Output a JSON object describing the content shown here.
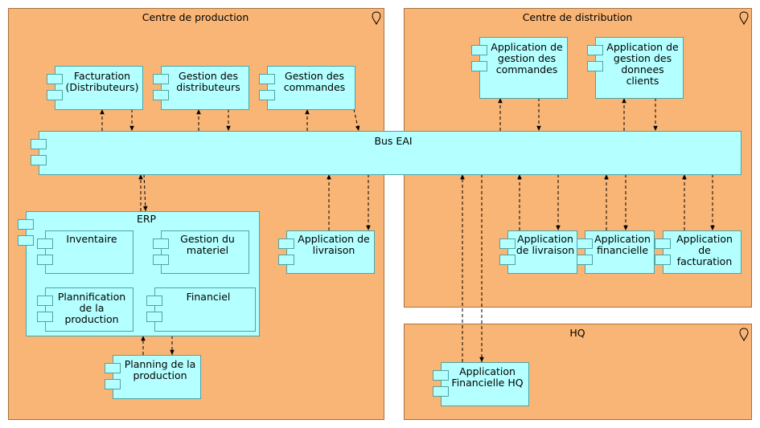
{
  "locations": {
    "production": "Centre de production",
    "distribution": "Centre de distribution",
    "hq": "HQ"
  },
  "components": {
    "facturation": [
      "Facturation",
      "(Distributeurs)"
    ],
    "gestion_distributeurs": [
      "Gestion des",
      "distributeurs"
    ],
    "gestion_commandes": [
      "Gestion des",
      "commandes"
    ],
    "app_gestion_commandes": [
      "Application de",
      "gestion des",
      "commandes"
    ],
    "app_gestion_clients": [
      "Application de",
      "gestion des",
      "donnees",
      "clients"
    ],
    "bus_eai": [
      "Bus EAI"
    ],
    "erp": [
      "ERP"
    ],
    "inventaire": [
      "Inventaire"
    ],
    "gestion_materiel": [
      "Gestion du",
      "materiel"
    ],
    "plannification": [
      "Plannification",
      "de la",
      "production"
    ],
    "financiel": [
      "Financiel"
    ],
    "planning": [
      "Planning de la",
      "production"
    ],
    "app_livraison_prod": [
      "Application de",
      "livraison"
    ],
    "app_livraison_dist": [
      "Application",
      "de livraison"
    ],
    "app_financielle": [
      "Application",
      "financielle"
    ],
    "app_facturation": [
      "Application",
      "de",
      "facturation"
    ],
    "app_financielle_hq": [
      "Application",
      "Financielle HQ"
    ]
  },
  "colors": {
    "location_fill": "#F9B575",
    "component_fill": "#B4FFFF"
  }
}
